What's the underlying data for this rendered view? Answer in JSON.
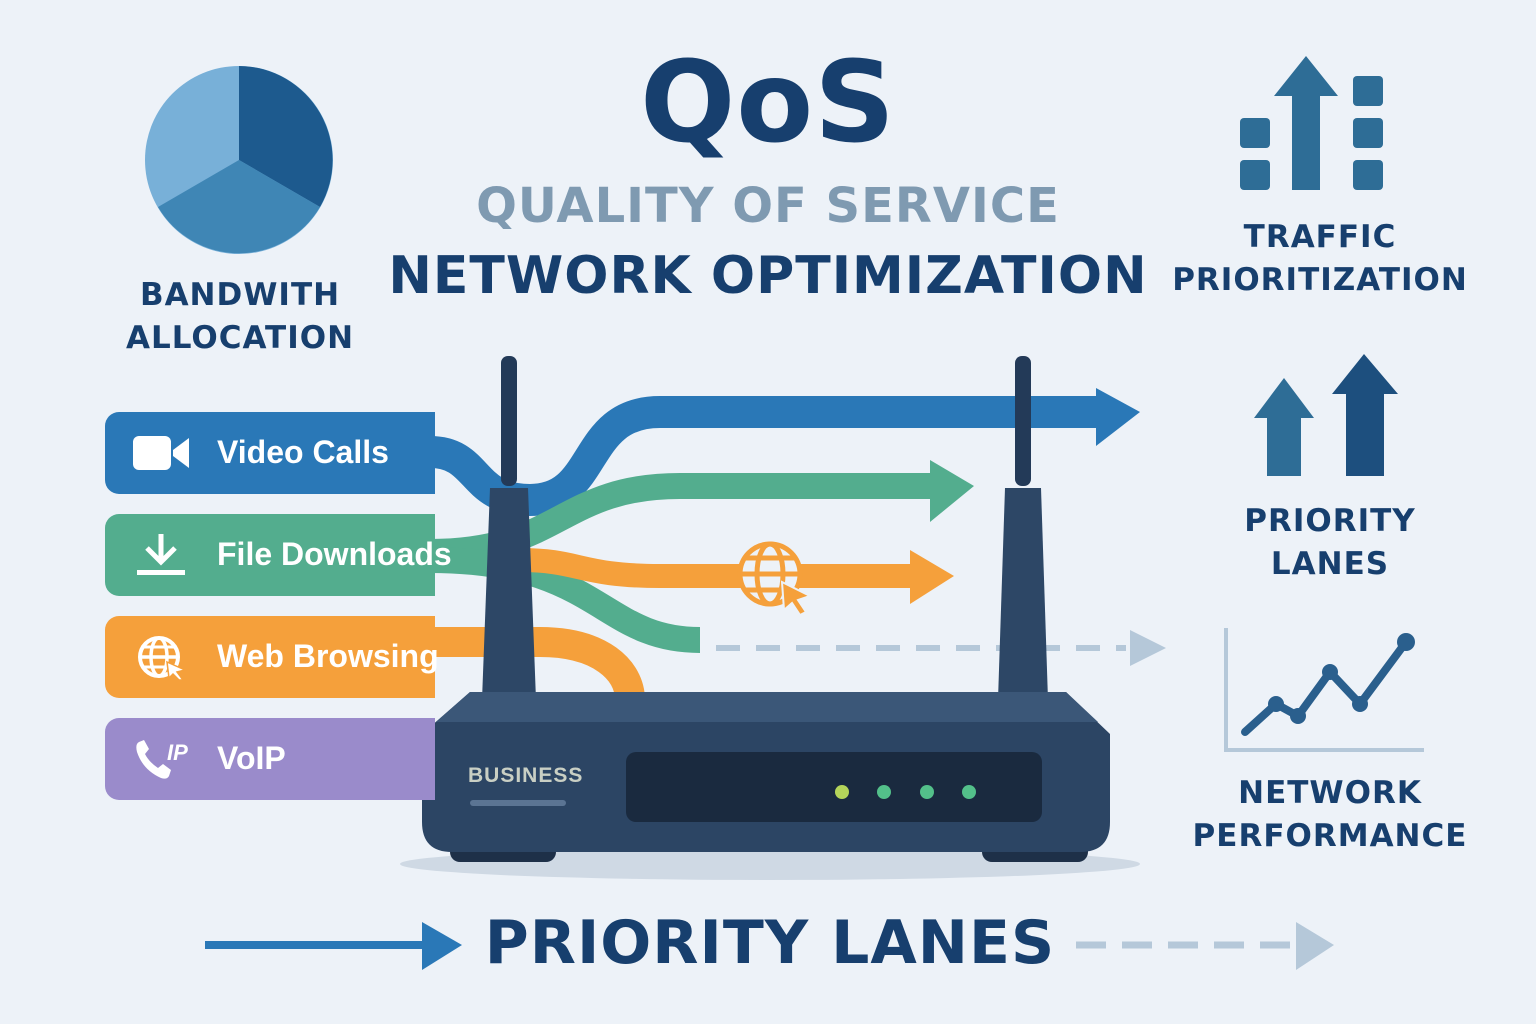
{
  "header": {
    "title": "QoS",
    "subtitle": "QUALITY OF SERVICE",
    "headline": "NETWORK OPTIMIZATION"
  },
  "features": [
    {
      "label_line1": "BANDWITH",
      "label_line2": "ALLOCATION",
      "icon": "pie-chart-icon"
    },
    {
      "label_line1": "TRAFFIC",
      "label_line2": "PRIORITIZATION",
      "icon": "bars-up-arrow-icon"
    },
    {
      "label_line1": "PRIORITY",
      "label_line2": "LANES",
      "icon": "up-arrows-icon"
    },
    {
      "label_line1": "NETWORK",
      "label_line2": "PERFORMANCE",
      "icon": "line-graph-icon"
    }
  ],
  "lanes": [
    {
      "label": "Video Calls",
      "icon": "video-camera-icon",
      "color": "#2a78b7"
    },
    {
      "label": "File Downloads",
      "icon": "download-icon",
      "color": "#53ad8e"
    },
    {
      "label": "Web Browsing",
      "icon": "globe-icon",
      "color": "#f5a03b"
    },
    {
      "label": "VoIP",
      "icon": "phone-ip-icon",
      "color": "#9a8bcb"
    }
  ],
  "router": {
    "brand": "BUSINESS",
    "led_colors": [
      "#b4d45a",
      "#53c08a",
      "#53c08a",
      "#53c08a"
    ]
  },
  "footer": {
    "label": "PRIORITY LANES"
  },
  "colors": {
    "navy": "#173f6e",
    "steel": "#2e6d96",
    "muted": "#7f9ab1",
    "background": "#edf2f8",
    "dashed": "#b5c8d9"
  }
}
